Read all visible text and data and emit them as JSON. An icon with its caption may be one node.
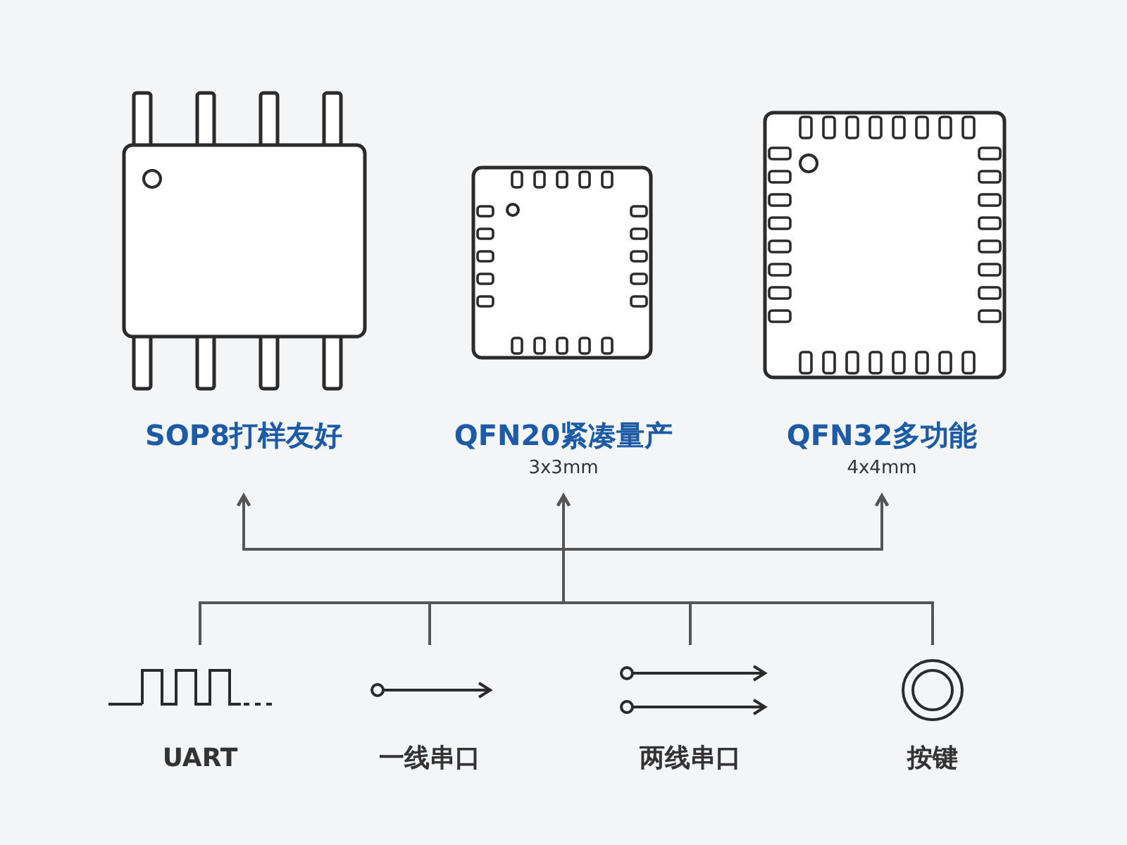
{
  "diagram": {
    "nodes": [
      {
        "text": [
          "SOP8打样友好"
        ]
      },
      {
        "text": [
          "QFN20紧凑量产"
        ],
        "beside": [
          "3x3mm"
        ]
      },
      {
        "text": [
          "QFN32多功能"
        ],
        "beside": [
          "4x4mm"
        ]
      },
      {
        "text": [
          "UART"
        ]
      },
      {
        "text": [
          "一线串口"
        ]
      },
      {
        "text": [
          "两线串口"
        ]
      },
      {
        "text": [
          "按键"
        ]
      }
    ],
    "edges": [
      {
        "from": 3,
        "to": 0,
        "arrow": "to"
      },
      {
        "from": 3,
        "to": 1,
        "arrow": "to"
      },
      {
        "from": 3,
        "to": 2,
        "arrow": "to"
      },
      {
        "from": 4,
        "to": 0,
        "arrow": "to"
      },
      {
        "from": 4,
        "to": 1,
        "arrow": "to"
      },
      {
        "from": 4,
        "to": 2,
        "arrow": "to"
      },
      {
        "from": 5,
        "to": 0,
        "arrow": "to"
      },
      {
        "from": 5,
        "to": 1,
        "arrow": "to"
      },
      {
        "from": 5,
        "to": 2,
        "arrow": "to"
      },
      {
        "from": 6,
        "to": 0,
        "arrow": "to"
      },
      {
        "from": 6,
        "to": 1,
        "arrow": "to"
      },
      {
        "from": 6,
        "to": 2,
        "arrow": "to"
      }
    ]
  }
}
